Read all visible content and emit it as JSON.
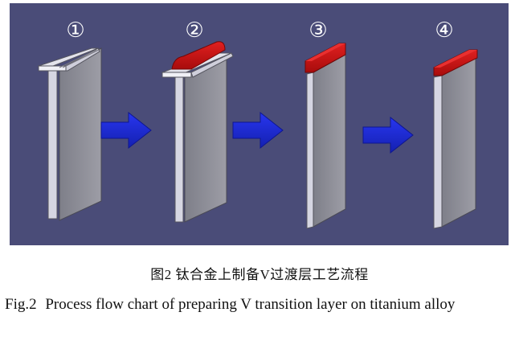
{
  "figure": {
    "steps": [
      {
        "marker": "①",
        "variant": "t-plain"
      },
      {
        "marker": "②",
        "variant": "t-bead"
      },
      {
        "marker": "③",
        "variant": "plate-cap"
      },
      {
        "marker": "④",
        "variant": "plate-cap-thin"
      }
    ],
    "colors": {
      "background": "#4a4c78",
      "plate_face": "#8d8d96",
      "plate_edge": "#d6d6e2",
      "deposit": "#cc1111",
      "arrow": "#1f2bd8"
    },
    "arrow_icon": "right-arrow-icon"
  },
  "caption": {
    "cn": "图2  钛合金上制备V过渡层工艺流程",
    "en_label": "Fig.2",
    "en_text": "Process flow chart of preparing V transition layer on titanium alloy"
  }
}
